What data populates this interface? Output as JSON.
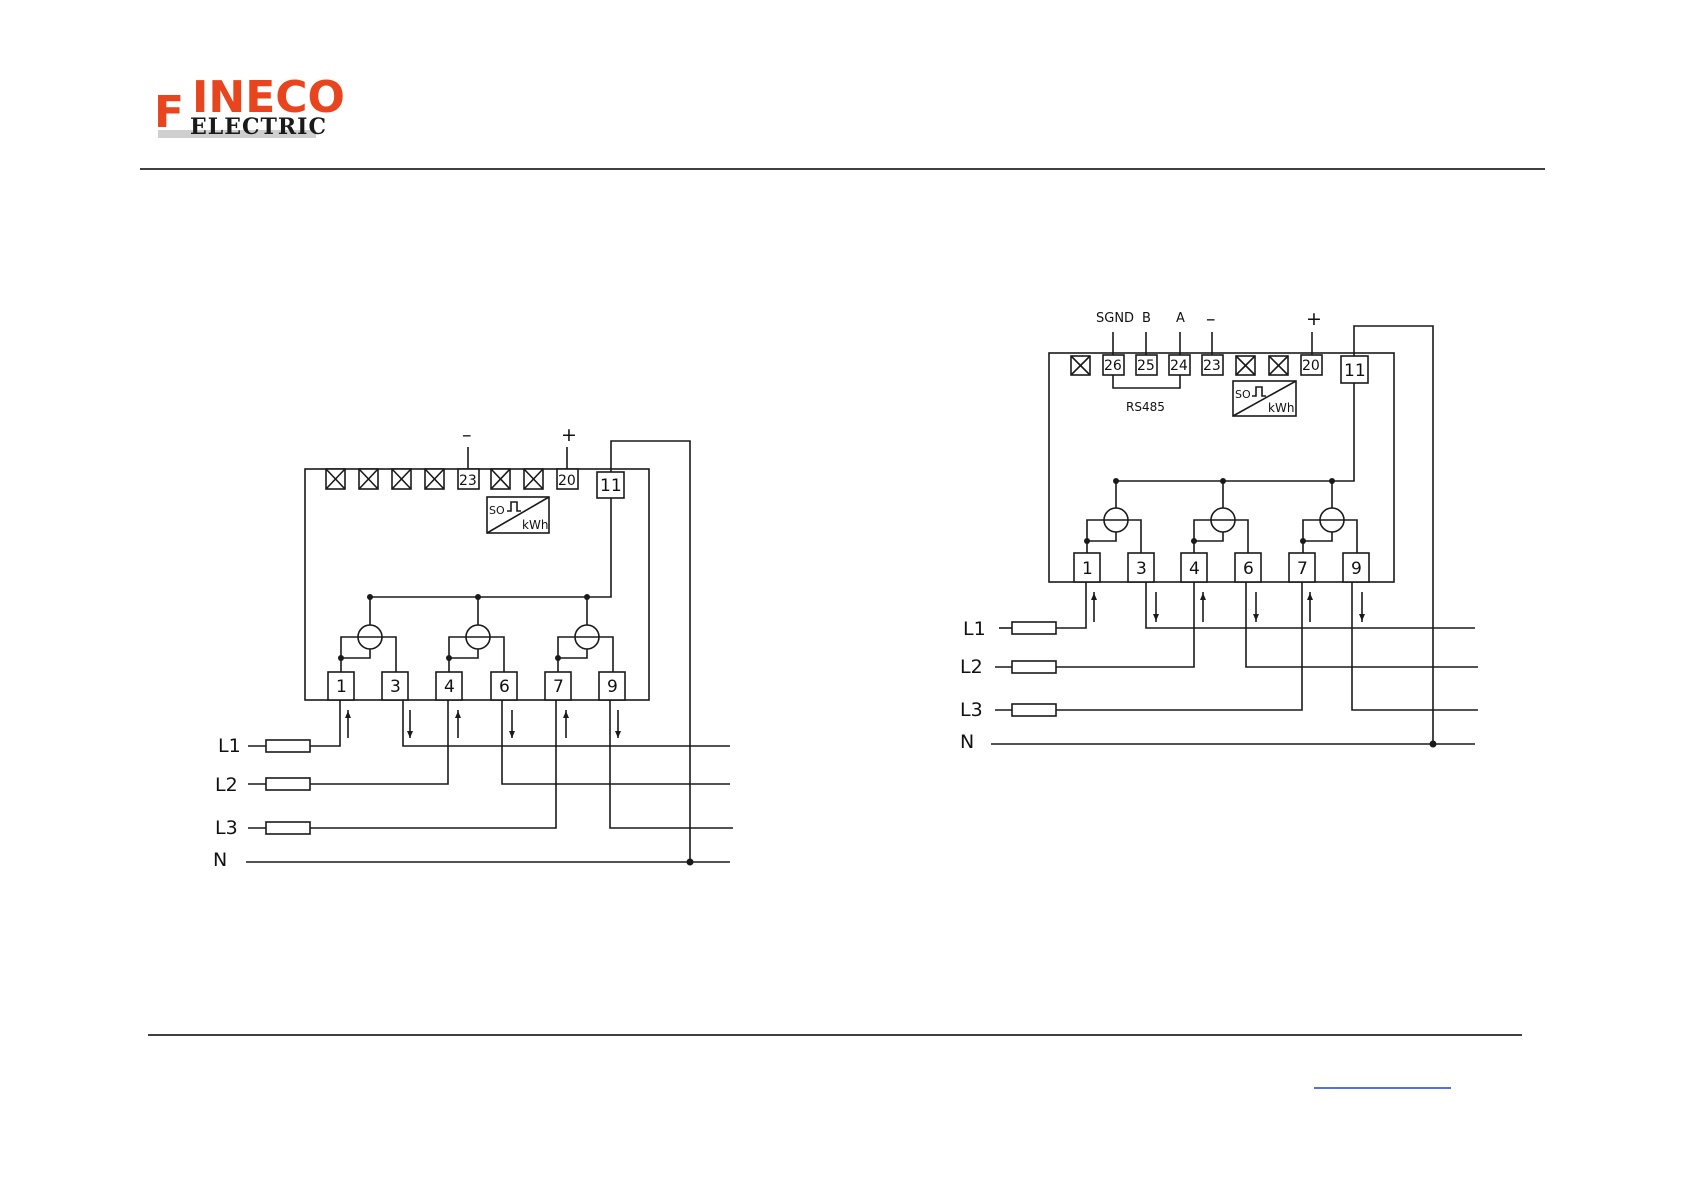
{
  "logo": {
    "initial": "F",
    "rest": "INECO",
    "subtitle": "ELECTRIC",
    "brand_color": "#e8451f"
  },
  "diagram_1": {
    "top_labels": {
      "minus": "–",
      "plus": "+"
    },
    "upper_terminals": [
      "",
      "",
      "",
      "",
      "23",
      "",
      "",
      "20"
    ],
    "aux_terminal": "11",
    "pulse_label_left": "SO",
    "pulse_label_right": "kWh",
    "bottom_terminals": [
      "1",
      "3",
      "4",
      "6",
      "7",
      "9"
    ],
    "line_labels": [
      "L1",
      "L2",
      "L3",
      "N"
    ]
  },
  "diagram_2": {
    "top_labels": {
      "sgnd": "SGND",
      "b": "B",
      "a": "A",
      "minus": "–",
      "plus": "+"
    },
    "upper_terminals": [
      "",
      "26",
      "25",
      "24",
      "23",
      "",
      "",
      "20"
    ],
    "aux_terminal": "11",
    "bus_label": "RS485",
    "pulse_label_left": "SO",
    "pulse_label_right": "kWh",
    "bottom_terminals": [
      "1",
      "3",
      "4",
      "6",
      "7",
      "9"
    ],
    "line_labels": [
      "L1",
      "L2",
      "L3",
      "N"
    ]
  },
  "colors": {
    "line": "#1a1a1a",
    "rule": "#000000",
    "link": "#1a44d6"
  }
}
